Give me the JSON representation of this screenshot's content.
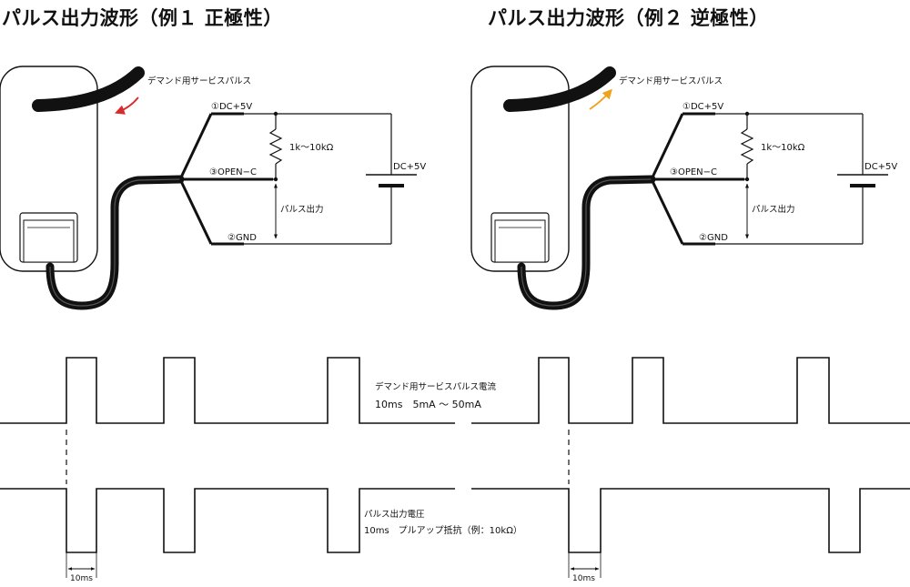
{
  "left": {
    "title": "パルス出力波形（例１ 正極性）",
    "arrow_color": "#d92b2b"
  },
  "right": {
    "title": "パルス出力波形（例２ 逆極性）",
    "arrow_color": "#f0a21a"
  },
  "circuit": {
    "service_label": "デマンド用サービスパルス",
    "terminal_dc": "①DC+5V",
    "terminal_open": "③OPEN−C",
    "terminal_gnd": "②GND",
    "resistor": "1k〜10kΩ",
    "supply": "DC+5V",
    "pulse_out": "パルス出力"
  },
  "waveform": {
    "current_title": "デマンド用サービスパルス電流",
    "current_spec": "10ms　5mA 〜 50mA",
    "voltage_title": "パルス出力電圧",
    "voltage_spec": "10ms　プルアップ抵抗（例：10kΩ）",
    "width_label": "10ms"
  }
}
